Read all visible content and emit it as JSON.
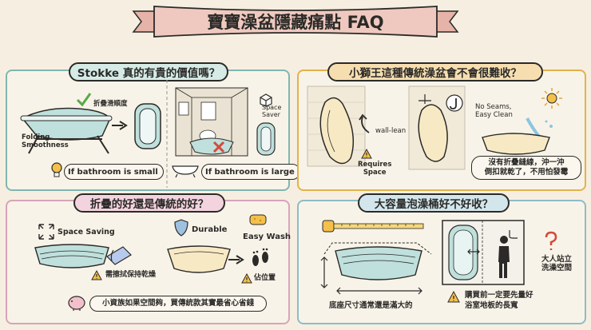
{
  "page": {
    "title": "寶寶澡盆隱藏痛點 FAQ"
  },
  "colors": {
    "teal": "#7fb6b2",
    "gold": "#e3b24a",
    "pink": "#d7a4b9",
    "blue": "#8dbcc8",
    "banner": "#efc9bf",
    "warning": "#f3c04a"
  },
  "panels": {
    "top_left": {
      "heading": "Stokke 真的有貴的價值嗎？",
      "fold_label": "折疊滑順度",
      "folding_label": "Folding\nSmoothness",
      "space_saver": "Space\nSaver",
      "small_bathroom": "If bathroom is small",
      "large_bathroom": "If bathroom is large"
    },
    "top_right": {
      "heading": "小獅王這種傳統澡盆會不會很難收？",
      "wall_lean": "wall-lean",
      "requires_space": "Requires\nSpace",
      "no_seams": "No Seams,\nEasy Clean",
      "callout": "沒有折疊縫線，沖一沖\n倒扣就乾了，不用怕發霉"
    },
    "bottom_left": {
      "heading": "折疊的好還是傳統的好？",
      "space_saving": "Space Saving",
      "wipe_dry": "需擦拭保持乾燥",
      "durable": "Durable",
      "easy_wash": "Easy Wash",
      "occupies": "佔位置",
      "budget_tip": "小資族如果空間夠，買傳統款其實最省心省錢"
    },
    "bottom_right": {
      "heading": "大容量泡澡桶好不好收？",
      "base_size": "底座尺寸通常還是滿大的",
      "stand_shower": "大人站立\n洗澡空間",
      "measure_tip": "購買前一定要先量好\n浴室地板的長寬"
    }
  },
  "icons": [
    "check-icon",
    "arrow-icon",
    "bulb-icon",
    "cross-icon",
    "box-icon",
    "hook-icon",
    "sun-icon",
    "warning-icon",
    "shield-icon",
    "sponge-icon",
    "footprint-icon",
    "piggy-bank-icon",
    "tape-measure-icon",
    "question-icon",
    "person-icon",
    "shower-icon",
    "move-arrows-icon"
  ]
}
